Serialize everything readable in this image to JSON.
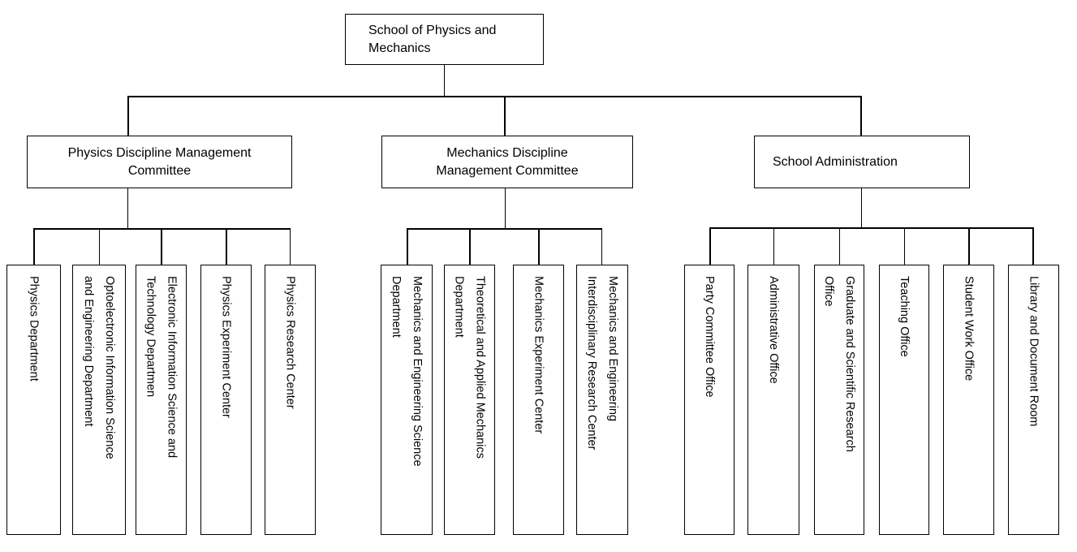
{
  "org_chart": {
    "root": {
      "label": "School of Physics and\nMechanics"
    },
    "branches": [
      {
        "label": "Physics Discipline Management\nCommittee",
        "children": [
          {
            "label": "Physics Department"
          },
          {
            "label": "Optoelectronic Information Science\nand Engineering Department"
          },
          {
            "label": "Electronic Information Science and\nTechnology Departmen"
          },
          {
            "label": "Physics Experiment Center"
          },
          {
            "label": "Physics Research Center"
          }
        ]
      },
      {
        "label": "Mechanics Discipline\nManagement Committee",
        "children": [
          {
            "label": "Mechanics and Engineering Science\nDepartment"
          },
          {
            "label": "Theoretical and Applied Mechanics\nDepartment"
          },
          {
            "label": "Mechanics Experiment Center"
          },
          {
            "label": "Mechanics and Engineering\nInterdisciplinary Research Center"
          }
        ]
      },
      {
        "label": "School Administration",
        "children": [
          {
            "label": "Party Committee Office"
          },
          {
            "label": "Administrative Office"
          },
          {
            "label": "Graduate and Scientific Research\nOffice"
          },
          {
            "label": "Teaching Office"
          },
          {
            "label": "Student Work Office"
          },
          {
            "label": "Library and Document Room"
          }
        ]
      }
    ]
  },
  "colors": {
    "background": "#ffffff",
    "border": "#000000",
    "line": "#000000",
    "text": "#000000"
  }
}
